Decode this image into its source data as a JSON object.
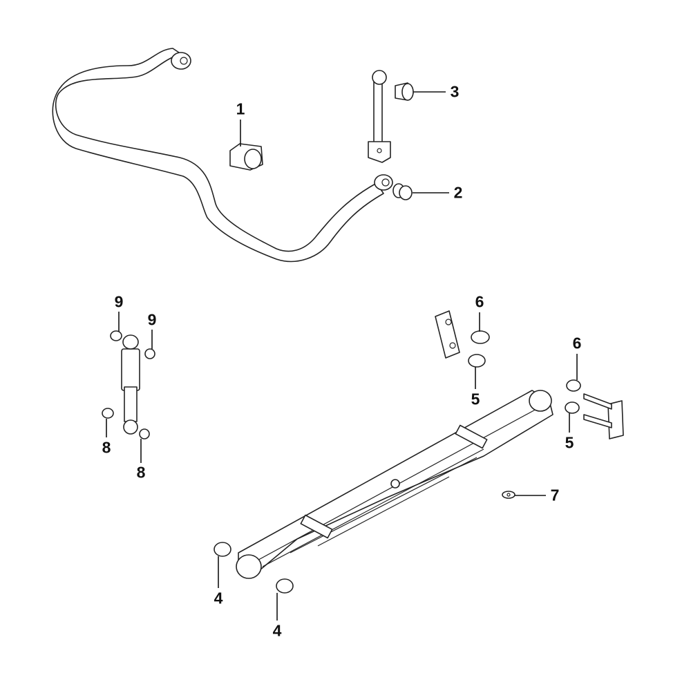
{
  "callouts": {
    "c1": "1",
    "c2": "2",
    "c3": "3",
    "c4a": "4",
    "c4b": "4",
    "c5a": "5",
    "c5b": "5",
    "c6a": "6",
    "c6b": "6",
    "c7": "7",
    "c8a": "8",
    "c8b": "8",
    "c9a": "9",
    "c9b": "9"
  },
  "colors": {
    "line": "#222222",
    "background": "#ffffff"
  }
}
